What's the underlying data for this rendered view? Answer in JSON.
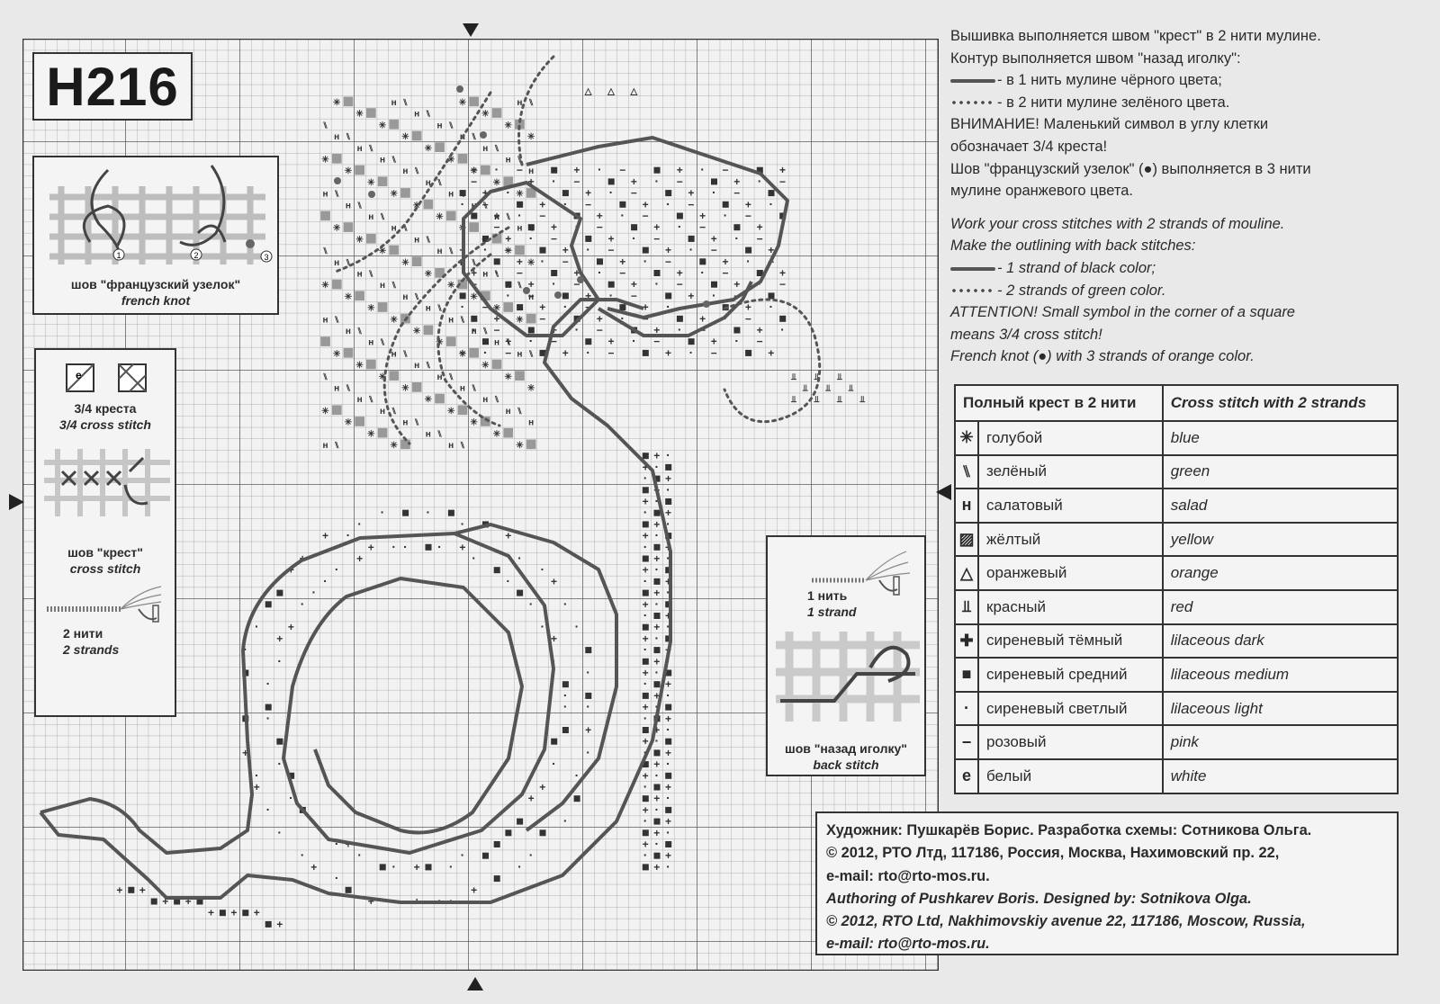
{
  "pattern_code": "H216",
  "french_knot_box": {
    "label_ru": "шов \"французский узелок\"",
    "label_en": "french knot",
    "steps": [
      "1",
      "2",
      "3"
    ]
  },
  "three_quarter_box": {
    "label_ru": "3/4 креста",
    "label_en": "3/4 cross stitch",
    "cross_ru": "шов \"крест\"",
    "cross_en": "cross stitch",
    "strands_ru": "2 нити",
    "strands_en": "2 strands"
  },
  "back_stitch_box": {
    "strand_ru": "1 нить",
    "strand_en": "1 strand",
    "label_ru": "шов \"назад иголку\"",
    "label_en": "back stitch"
  },
  "instructions_ru": {
    "line1": "Вышивка выполняется швом \"крест\" в 2 нити мулине.",
    "line2": "Контур выполняется швом \"назад иголку\":",
    "line3": "- в 1 нить мулине чёрного цвета;",
    "line4": "- в 2 нити мулине зелёного цвета.",
    "line5": "ВНИМАНИЕ! Маленький символ в углу клетки",
    "line6": "обозначает 3/4 креста!",
    "line7": "Шов \"французский узелок\" (●) выполняется в 3 нити",
    "line8": "мулине оранжевого цвета."
  },
  "instructions_en": {
    "line1": "Work your cross stitches with 2 strands of mouline.",
    "line2": "Make the outlining with back stitches:",
    "line3": "- 1 strand of black color;",
    "line4": "- 2 strands of green color.",
    "line5": "ATTENTION! Small symbol in the corner of a square",
    "line6": "means 3/4 cross stitch!",
    "line7": "French knot (●) with 3 strands of orange color."
  },
  "legend": {
    "header_ru": "Полный крест в 2 нити",
    "header_en": "Cross stitch with 2 strands",
    "rows": [
      {
        "symbol": "✳",
        "ru": "голубой",
        "en": "blue"
      },
      {
        "symbol": "⑊",
        "ru": "зелёный",
        "en": "green"
      },
      {
        "symbol": "н",
        "ru": "салатовый",
        "en": "salad"
      },
      {
        "symbol": "▨",
        "ru": "жёлтый",
        "en": "yellow"
      },
      {
        "symbol": "△",
        "ru": "оранжевый",
        "en": "orange"
      },
      {
        "symbol": "⫫",
        "ru": "красный",
        "en": "red"
      },
      {
        "symbol": "✚",
        "ru": "сиреневый тёмный",
        "en": "lilaceous dark"
      },
      {
        "symbol": "■",
        "ru": "сиреневый средний",
        "en": "lilaceous medium"
      },
      {
        "symbol": "·",
        "ru": "сиреневый светлый",
        "en": "lilaceous light"
      },
      {
        "symbol": "−",
        "ru": "розовый",
        "en": "pink"
      },
      {
        "symbol": "e",
        "ru": "белый",
        "en": "white"
      }
    ]
  },
  "credits": {
    "line1": "Художник: Пушкарёв Борис. Разработка схемы: Сотникова Ольга.",
    "line2": "© 2012, РТО Лтд, 117186, Россия, Москва, Нахимовский пр. 22,",
    "line3": "e-mail: rto@rto-mos.ru.",
    "line4": "Authoring of Pushkarev Boris. Designed by: Sotnikova Olga.",
    "line5": "© 2012, RTO Ltd, Nakhimovskiy avenue 22, 117186, Moscow, Russia,",
    "line6": "e-mail: rto@rto-mos.ru."
  }
}
